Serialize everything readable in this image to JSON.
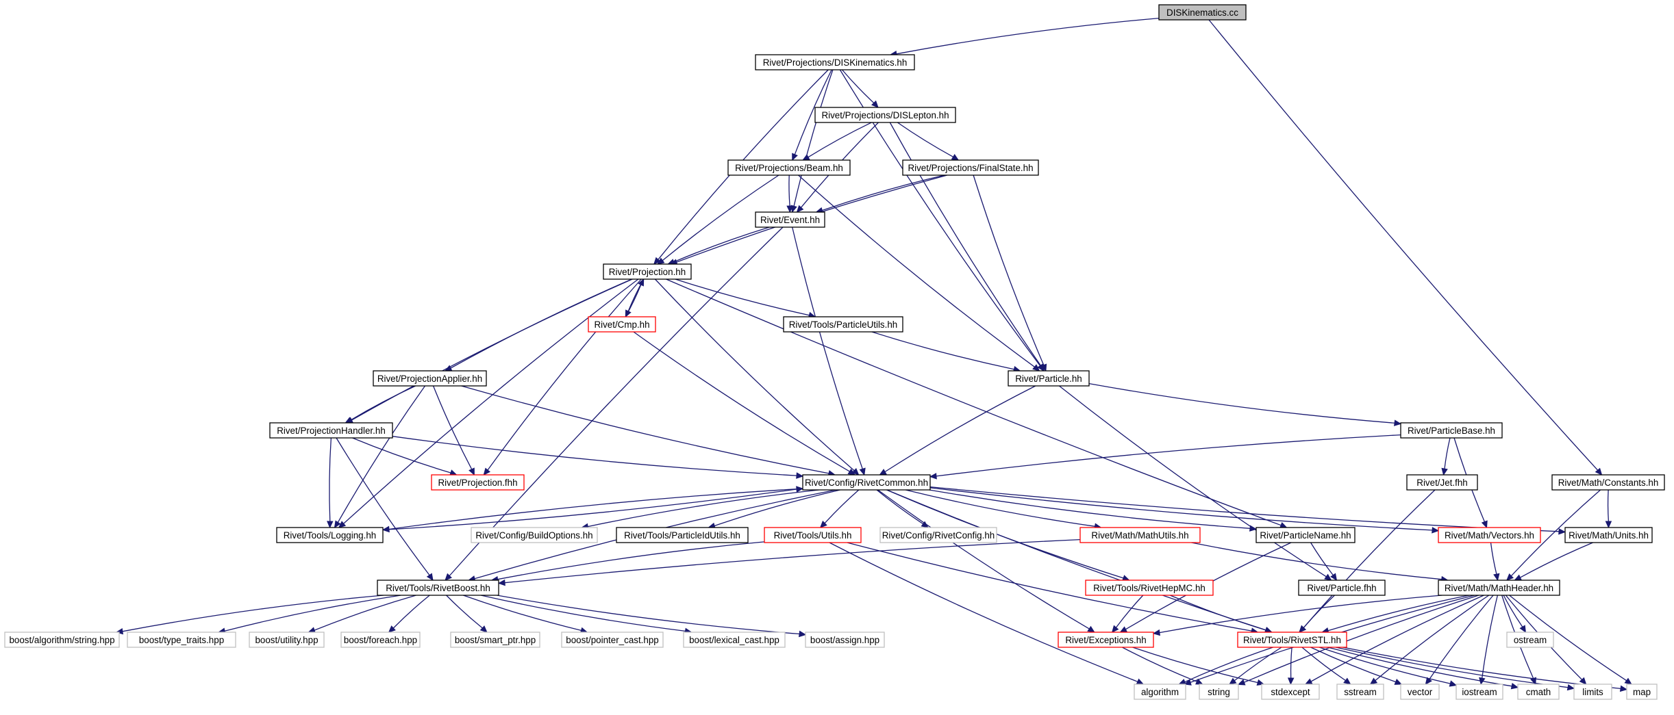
{
  "graph": {
    "colors": {
      "edge": "#191970",
      "node_border": "#000000",
      "truncated_border": "#ff0000",
      "external_border": "#bfbfbf",
      "root_fill": "#bfbfbf"
    },
    "nodes": [
      {
        "id": "root",
        "label": "DISKinematics.cc",
        "kind": "root"
      },
      {
        "id": "proj_diskin",
        "label": "Rivet/Projections/DISKinematics.hh",
        "kind": "normal"
      },
      {
        "id": "proj_dislep",
        "label": "Rivet/Projections/DISLepton.hh",
        "kind": "normal"
      },
      {
        "id": "proj_beam",
        "label": "Rivet/Projections/Beam.hh",
        "kind": "normal"
      },
      {
        "id": "proj_fs",
        "label": "Rivet/Projections/FinalState.hh",
        "kind": "normal"
      },
      {
        "id": "event",
        "label": "Rivet/Event.hh",
        "kind": "normal"
      },
      {
        "id": "projection",
        "label": "Rivet/Projection.hh",
        "kind": "normal"
      },
      {
        "id": "cmp",
        "label": "Rivet/Cmp.hh",
        "kind": "truncated"
      },
      {
        "id": "putils",
        "label": "Rivet/Tools/ParticleUtils.hh",
        "kind": "normal"
      },
      {
        "id": "particle",
        "label": "Rivet/Particle.hh",
        "kind": "normal"
      },
      {
        "id": "papplier",
        "label": "Rivet/ProjectionApplier.hh",
        "kind": "normal"
      },
      {
        "id": "phandler",
        "label": "Rivet/ProjectionHandler.hh",
        "kind": "normal"
      },
      {
        "id": "pfhh",
        "label": "Rivet/Projection.fhh",
        "kind": "truncated"
      },
      {
        "id": "rcommon",
        "label": "Rivet/Config/RivetCommon.hh",
        "kind": "normal"
      },
      {
        "id": "logging",
        "label": "Rivet/Tools/Logging.hh",
        "kind": "normal"
      },
      {
        "id": "buildopts",
        "label": "Rivet/Config/BuildOptions.hh",
        "kind": "external"
      },
      {
        "id": "pidutils",
        "label": "Rivet/Tools/ParticleIdUtils.hh",
        "kind": "normal"
      },
      {
        "id": "utils",
        "label": "Rivet/Tools/Utils.hh",
        "kind": "truncated"
      },
      {
        "id": "rconfig",
        "label": "Rivet/Config/RivetConfig.hh",
        "kind": "external"
      },
      {
        "id": "mathutils",
        "label": "Rivet/Math/MathUtils.hh",
        "kind": "truncated"
      },
      {
        "id": "pname",
        "label": "Rivet/ParticleName.hh",
        "kind": "normal"
      },
      {
        "id": "pbase",
        "label": "Rivet/ParticleBase.hh",
        "kind": "normal"
      },
      {
        "id": "jetfhh",
        "label": "Rivet/Jet.fhh",
        "kind": "normal"
      },
      {
        "id": "vectors",
        "label": "Rivet/Math/Vectors.hh",
        "kind": "truncated"
      },
      {
        "id": "constants",
        "label": "Rivet/Math/Constants.hh",
        "kind": "normal"
      },
      {
        "id": "units",
        "label": "Rivet/Math/Units.hh",
        "kind": "normal"
      },
      {
        "id": "rboost",
        "label": "Rivet/Tools/RivetBoost.hh",
        "kind": "normal"
      },
      {
        "id": "hepmc",
        "label": "Rivet/Tools/RivetHepMC.hh",
        "kind": "truncated"
      },
      {
        "id": "pfhh2",
        "label": "Rivet/Particle.fhh",
        "kind": "normal"
      },
      {
        "id": "mathheader",
        "label": "Rivet/Math/MathHeader.hh",
        "kind": "normal"
      },
      {
        "id": "exceptions",
        "label": "Rivet/Exceptions.hh",
        "kind": "truncated"
      },
      {
        "id": "rstl",
        "label": "Rivet/Tools/RivetSTL.hh",
        "kind": "truncated"
      },
      {
        "id": "b_string",
        "label": "boost/algorithm/string.hpp",
        "kind": "external"
      },
      {
        "id": "b_tt",
        "label": "boost/type_traits.hpp",
        "kind": "external"
      },
      {
        "id": "b_util",
        "label": "boost/utility.hpp",
        "kind": "external"
      },
      {
        "id": "b_foreach",
        "label": "boost/foreach.hpp",
        "kind": "external"
      },
      {
        "id": "b_smart",
        "label": "boost/smart_ptr.hpp",
        "kind": "external"
      },
      {
        "id": "b_pcast",
        "label": "boost/pointer_cast.hpp",
        "kind": "external"
      },
      {
        "id": "b_lcast",
        "label": "boost/lexical_cast.hpp",
        "kind": "external"
      },
      {
        "id": "b_assign",
        "label": "boost/assign.hpp",
        "kind": "external"
      },
      {
        "id": "s_ostream",
        "label": "ostream",
        "kind": "external"
      },
      {
        "id": "s_algorithm",
        "label": "algorithm",
        "kind": "external"
      },
      {
        "id": "s_string",
        "label": "string",
        "kind": "external"
      },
      {
        "id": "s_stdexcept",
        "label": "stdexcept",
        "kind": "external"
      },
      {
        "id": "s_sstream",
        "label": "sstream",
        "kind": "external"
      },
      {
        "id": "s_vector",
        "label": "vector",
        "kind": "external"
      },
      {
        "id": "s_iostream",
        "label": "iostream",
        "kind": "external"
      },
      {
        "id": "s_cmath",
        "label": "cmath",
        "kind": "external"
      },
      {
        "id": "s_limits",
        "label": "limits",
        "kind": "external"
      },
      {
        "id": "s_map",
        "label": "map",
        "kind": "external"
      }
    ],
    "edges": [
      [
        "root",
        "proj_diskin"
      ],
      [
        "root",
        "constants"
      ],
      [
        "proj_diskin",
        "proj_dislep"
      ],
      [
        "proj_diskin",
        "proj_beam"
      ],
      [
        "proj_diskin",
        "event"
      ],
      [
        "proj_diskin",
        "projection"
      ],
      [
        "proj_diskin",
        "particle"
      ],
      [
        "proj_dislep",
        "proj_beam"
      ],
      [
        "proj_dislep",
        "proj_fs"
      ],
      [
        "proj_dislep",
        "event"
      ],
      [
        "proj_dislep",
        "particle"
      ],
      [
        "proj_beam",
        "event"
      ],
      [
        "proj_beam",
        "projection"
      ],
      [
        "proj_beam",
        "particle"
      ],
      [
        "proj_fs",
        "event"
      ],
      [
        "proj_fs",
        "projection"
      ],
      [
        "proj_fs",
        "particle"
      ],
      [
        "event",
        "projection"
      ],
      [
        "event",
        "rcommon"
      ],
      [
        "event",
        "rboost"
      ],
      [
        "projection",
        "cmp"
      ],
      [
        "projection",
        "putils"
      ],
      [
        "projection",
        "papplier"
      ],
      [
        "projection",
        "phandler"
      ],
      [
        "projection",
        "pfhh"
      ],
      [
        "projection",
        "rcommon"
      ],
      [
        "projection",
        "logging"
      ],
      [
        "projection",
        "pname"
      ],
      [
        "cmp",
        "projection"
      ],
      [
        "cmp",
        "rcommon"
      ],
      [
        "putils",
        "particle"
      ],
      [
        "particle",
        "rcommon"
      ],
      [
        "particle",
        "pbase"
      ],
      [
        "particle",
        "pfhh2"
      ],
      [
        "papplier",
        "phandler"
      ],
      [
        "papplier",
        "pfhh"
      ],
      [
        "papplier",
        "logging"
      ],
      [
        "papplier",
        "rcommon"
      ],
      [
        "phandler",
        "pfhh"
      ],
      [
        "phandler",
        "logging"
      ],
      [
        "phandler",
        "rcommon"
      ],
      [
        "phandler",
        "rboost"
      ],
      [
        "pbase",
        "rcommon"
      ],
      [
        "pbase",
        "jetfhh"
      ],
      [
        "pbase",
        "vectors"
      ],
      [
        "jetfhh",
        "rstl"
      ],
      [
        "rcommon",
        "logging"
      ],
      [
        "rcommon",
        "buildopts"
      ],
      [
        "rcommon",
        "pidutils"
      ],
      [
        "rcommon",
        "utils"
      ],
      [
        "rcommon",
        "rconfig"
      ],
      [
        "rcommon",
        "mathutils"
      ],
      [
        "rcommon",
        "pname"
      ],
      [
        "rcommon",
        "hepmc"
      ],
      [
        "rcommon",
        "exceptions"
      ],
      [
        "rcommon",
        "rstl"
      ],
      [
        "rcommon",
        "vectors"
      ],
      [
        "rcommon",
        "units"
      ],
      [
        "rcommon",
        "rboost"
      ],
      [
        "logging",
        "rcommon"
      ],
      [
        "utils",
        "rboost"
      ],
      [
        "utils",
        "rstl"
      ],
      [
        "utils",
        "s_algorithm"
      ],
      [
        "mathutils",
        "mathheader"
      ],
      [
        "mathutils",
        "rboost"
      ],
      [
        "pname",
        "pfhh2"
      ],
      [
        "pname",
        "exceptions"
      ],
      [
        "constants",
        "units"
      ],
      [
        "constants",
        "mathheader"
      ],
      [
        "units",
        "mathheader"
      ],
      [
        "vectors",
        "mathheader"
      ],
      [
        "hepmc",
        "exceptions"
      ],
      [
        "hepmc",
        "rstl"
      ],
      [
        "pfhh2",
        "rstl"
      ],
      [
        "rboost",
        "b_string"
      ],
      [
        "rboost",
        "b_tt"
      ],
      [
        "rboost",
        "b_util"
      ],
      [
        "rboost",
        "b_foreach"
      ],
      [
        "rboost",
        "b_smart"
      ],
      [
        "rboost",
        "b_pcast"
      ],
      [
        "rboost",
        "b_lcast"
      ],
      [
        "rboost",
        "b_assign"
      ],
      [
        "mathheader",
        "exceptions"
      ],
      [
        "mathheader",
        "rstl"
      ],
      [
        "mathheader",
        "s_ostream"
      ],
      [
        "mathheader",
        "s_algorithm"
      ],
      [
        "mathheader",
        "s_string"
      ],
      [
        "mathheader",
        "s_stdexcept"
      ],
      [
        "mathheader",
        "s_sstream"
      ],
      [
        "mathheader",
        "s_vector"
      ],
      [
        "mathheader",
        "s_iostream"
      ],
      [
        "mathheader",
        "s_cmath"
      ],
      [
        "mathheader",
        "s_limits"
      ],
      [
        "mathheader",
        "s_map"
      ],
      [
        "exceptions",
        "s_string"
      ],
      [
        "exceptions",
        "s_stdexcept"
      ],
      [
        "rstl",
        "s_algorithm"
      ],
      [
        "rstl",
        "s_string"
      ],
      [
        "rstl",
        "s_stdexcept"
      ],
      [
        "rstl",
        "s_sstream"
      ],
      [
        "rstl",
        "s_vector"
      ],
      [
        "rstl",
        "s_iostream"
      ],
      [
        "rstl",
        "s_cmath"
      ],
      [
        "rstl",
        "s_limits"
      ],
      [
        "rstl",
        "s_map"
      ]
    ]
  }
}
